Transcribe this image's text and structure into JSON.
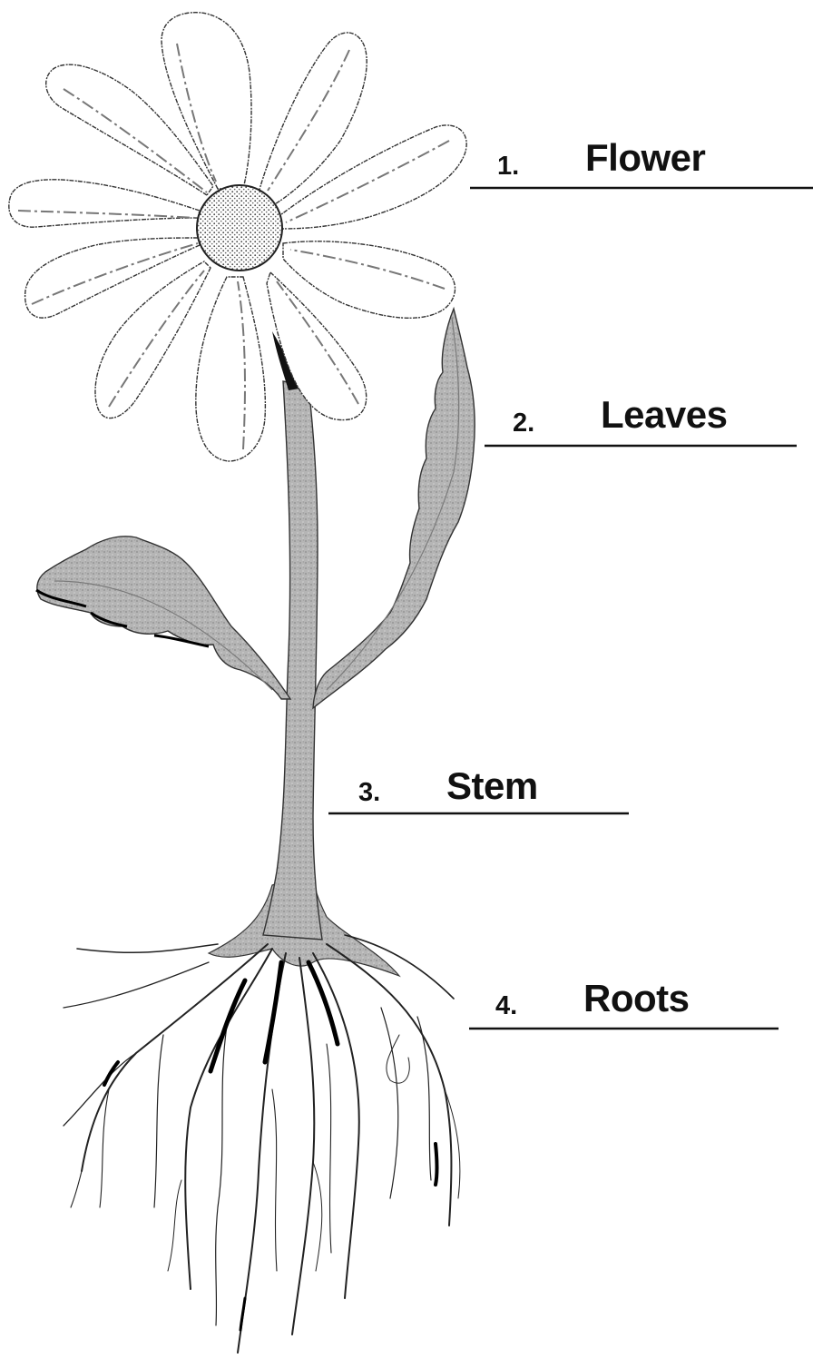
{
  "labels": [
    {
      "number": "1.",
      "text": "Flower"
    },
    {
      "number": "2.",
      "text": "Leaves"
    },
    {
      "number": "3.",
      "text": "Stem"
    },
    {
      "number": "4.",
      "text": "Roots"
    }
  ],
  "colors": {
    "ink": "#111111",
    "stem": "#a8a8a8",
    "leaf": "#b3b3b3",
    "background": "#ffffff"
  }
}
